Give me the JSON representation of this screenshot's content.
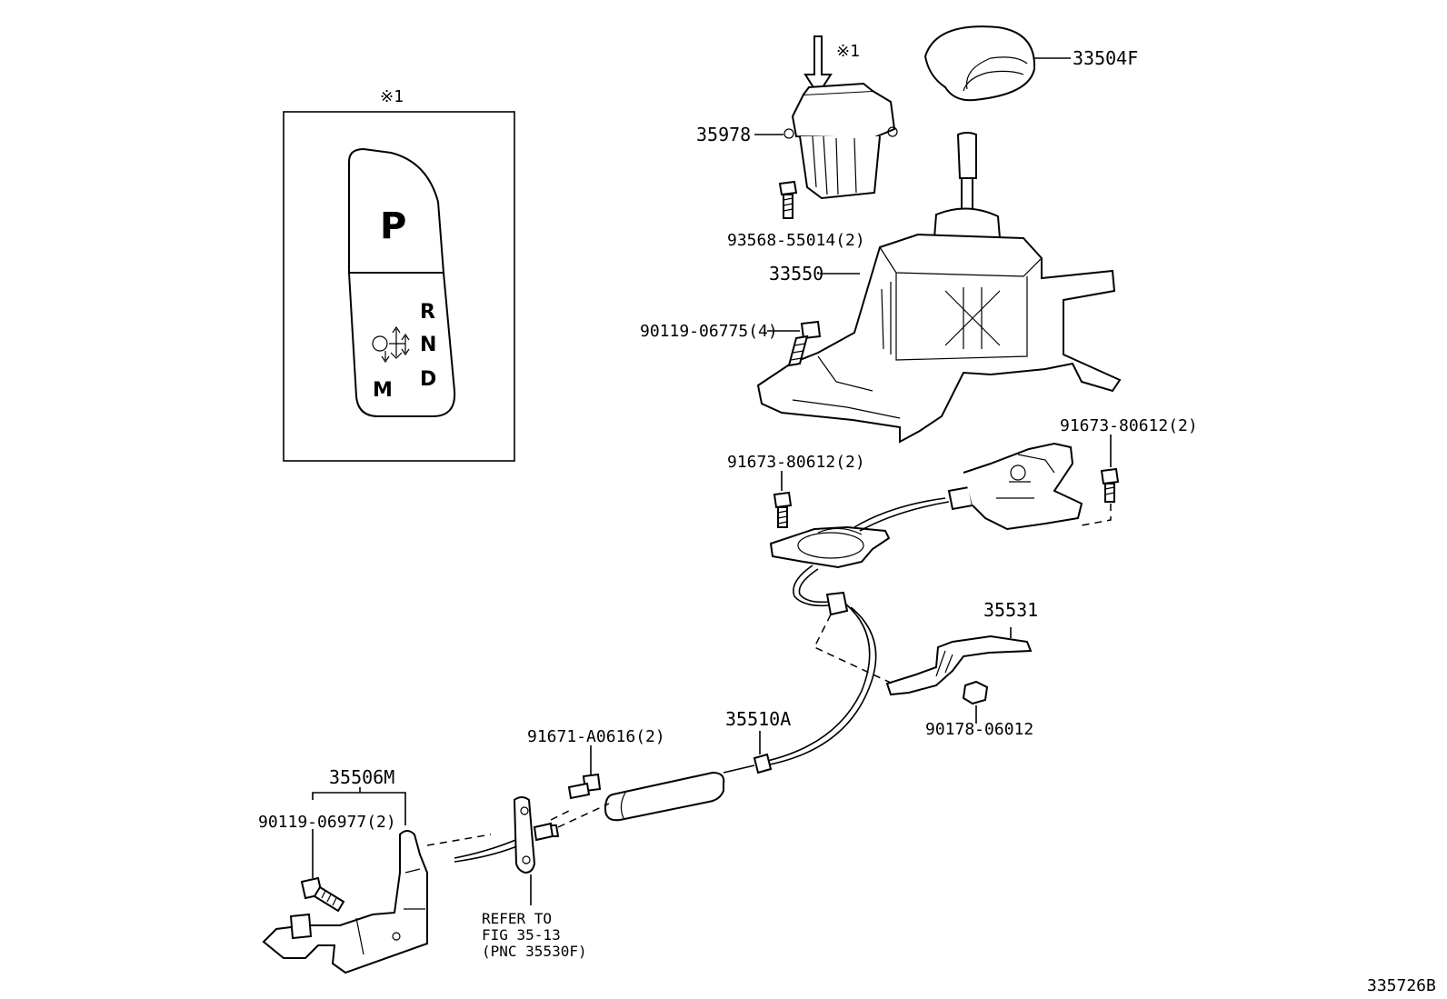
{
  "inset": {
    "mark": "※1",
    "knob_letters": {
      "p": "P",
      "r": "R",
      "n": "N",
      "d": "D",
      "m": "M"
    }
  },
  "callouts": {
    "arrow_mark": "※1",
    "p33504F": "33504F",
    "p35978": "35978",
    "p93568": "93568-55014(2)",
    "p33550": "33550",
    "p90119a": "90119-06775(4)",
    "p91673a": "91673-80612(2)",
    "p91673b": "91673-80612(2)",
    "p35531": "35531",
    "p90178": "90178-06012",
    "p35510A": "35510A",
    "p91671": "91671-A0616(2)",
    "p35506M": "35506M",
    "p90119b": "90119-06977(2)",
    "refer_line1": "REFER TO",
    "refer_line2": "FIG 35-13",
    "refer_line3": "(PNC 35530F)"
  },
  "figure_code": "335726B"
}
